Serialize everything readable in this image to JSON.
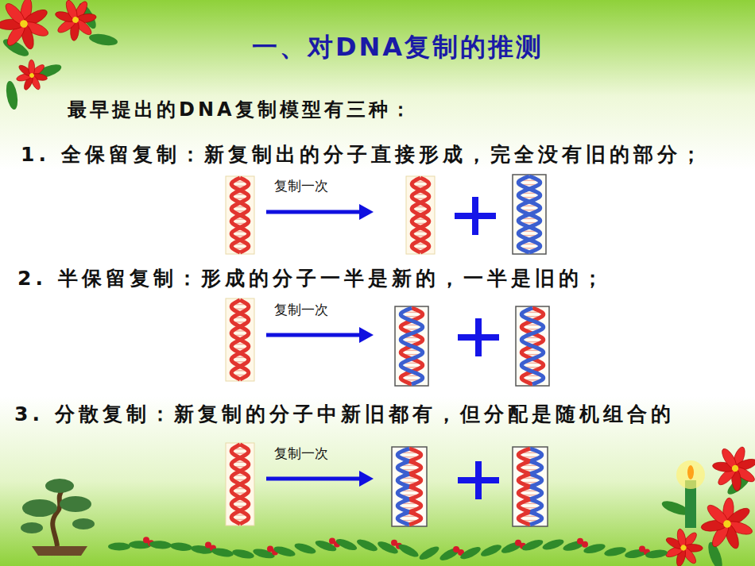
{
  "diagram": {
    "title": "一、对DNA复制的推测",
    "labels": [
      "最早提出的DNA复制模型有三种：",
      "1. 全保留复制：新复制出的分子直接形成，完全没有旧的部分；",
      "复制一次",
      "2. 半保留复制：形成的分子一半是新的，一半是旧的；",
      "复制一次",
      "3. 分散复制：新复制的分子中新旧都有，但分配是随机组合的",
      "复制一次"
    ]
  }
}
